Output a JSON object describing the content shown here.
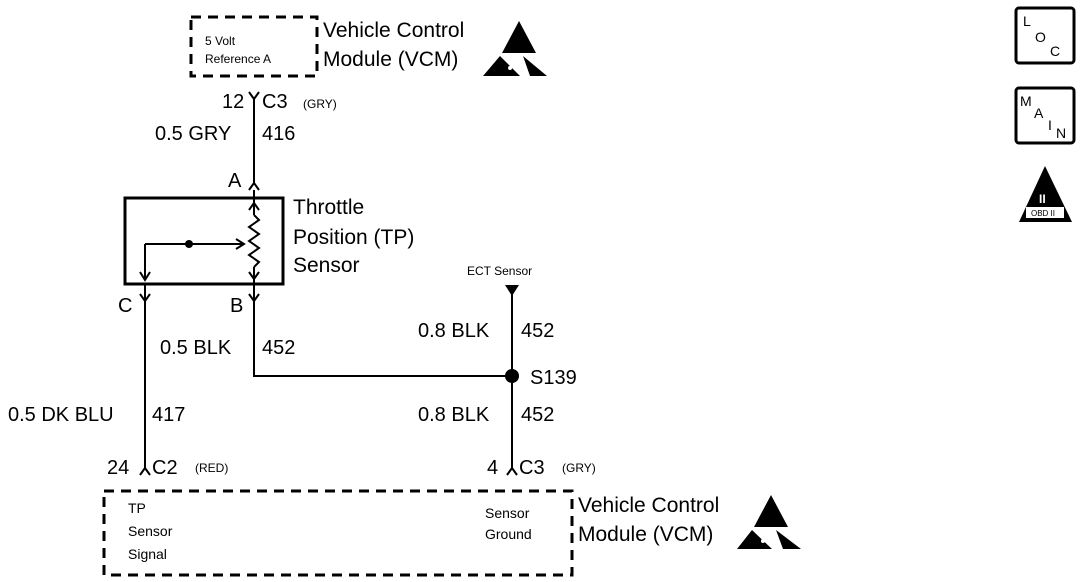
{
  "module_top": {
    "name_line1": "Vehicle Control",
    "name_line2": "Module (VCM)",
    "terminal_line1": "5 Volt",
    "terminal_line2": "Reference A"
  },
  "module_bottom": {
    "name_line1": "Vehicle Control",
    "name_line2": "Module (VCM)",
    "tp_line1": "TP",
    "tp_line2": "Sensor",
    "tp_line3": "Signal",
    "gnd_line1": "Sensor",
    "gnd_line2": "Ground"
  },
  "connectors": {
    "top_pin": "12",
    "top_conn": "C3",
    "top_color": "(GRY)",
    "bl_pin": "24",
    "bl_conn": "C2",
    "bl_color": "(RED)",
    "br_pin": "4",
    "br_conn": "C3",
    "br_color": "(GRY)"
  },
  "wires": {
    "w416_gauge": "0.5 GRY",
    "w416_circuit": "416",
    "w452a_gauge": "0.5 BLK",
    "w452a_circuit": "452",
    "w452b_gauge": "0.8 BLK",
    "w452b_circuit": "452",
    "w452c_gauge": "0.8 BLK",
    "w452c_circuit": "452",
    "w417_gauge": "0.5 DK BLU",
    "w417_circuit": "417"
  },
  "sensor": {
    "line1": "Throttle",
    "line2": "Position (TP)",
    "line3": "Sensor",
    "pin_a": "A",
    "pin_b": "B",
    "pin_c": "C"
  },
  "splice": {
    "label": "S139"
  },
  "ect": {
    "label": "ECT Sensor"
  },
  "side_icons": {
    "loc_l": "L",
    "loc_o": "O",
    "loc_c": "C",
    "main_m": "M",
    "main_a": "A",
    "main_i": "I",
    "main_n": "N",
    "obd_numeral": "II",
    "obd_text": "OBD II"
  }
}
